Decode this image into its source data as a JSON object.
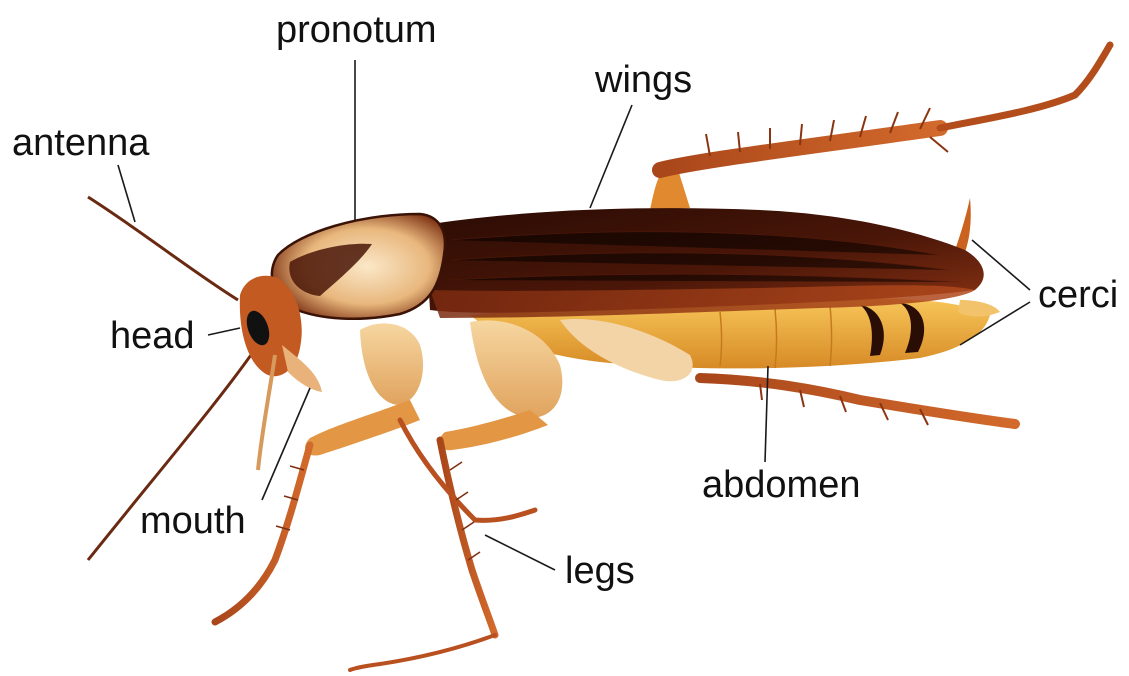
{
  "labels": {
    "pronotum": "pronotum",
    "wings": "wings",
    "antenna": "antenna",
    "head": "head",
    "cerci": "cerci",
    "mouth": "mouth",
    "abdomen": "abdomen",
    "legs": "legs"
  },
  "colors": {
    "background": "#ffffff",
    "wing_dark": "#3a1206",
    "wing_mid": "#6e2310",
    "wing_edge": "#a8411b",
    "abdomen_yellow": "#f2b640",
    "abdomen_dark": "#2a0d05",
    "leg_orange": "#b8501f",
    "leg_pale": "#f0c88c",
    "pronotum_cream": "#f4dcb8",
    "leader_line": "#1a1a1a"
  }
}
